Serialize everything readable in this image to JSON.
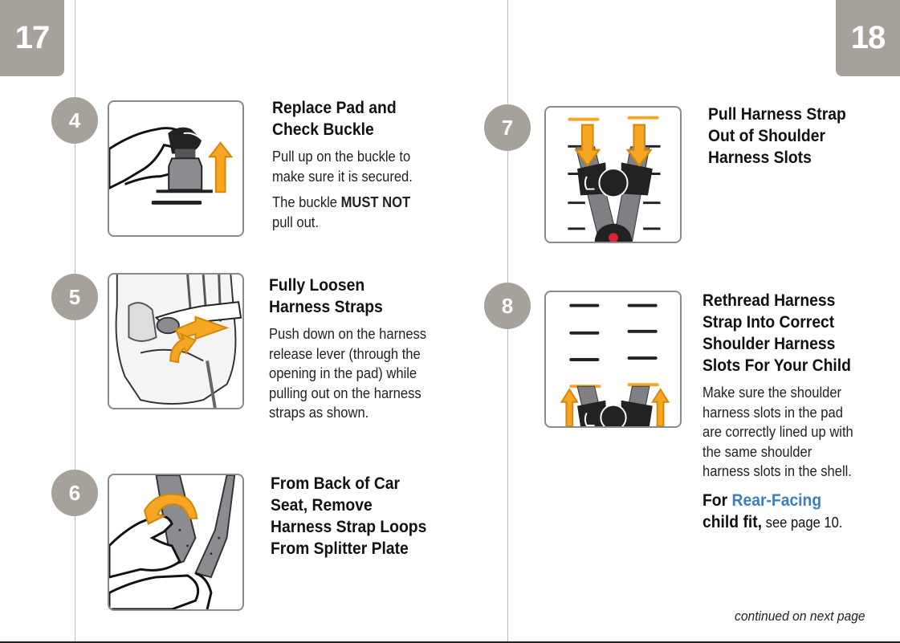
{
  "pages": {
    "left_number": "17",
    "right_number": "18"
  },
  "steps": [
    {
      "number": "4",
      "heading": "Replace Pad and Check Buckle",
      "paragraphs": [
        "Pull up on the buckle to make sure it is secured."
      ],
      "warning_prefix": "The buckle ",
      "warning_bold": "MUST NOT",
      "warning_suffix": " pull out."
    },
    {
      "number": "5",
      "heading": "Fully Loosen Harness Straps",
      "paragraphs": [
        "Push down on the harness release lever (through the opening in the pad) while pulling out on the harness straps as shown."
      ]
    },
    {
      "number": "6",
      "heading": "From Back of Car Seat, Remove Harness Strap Loops From Splitter Plate"
    },
    {
      "number": "7",
      "heading": "Pull Harness Strap Out of Shoulder Harness Slots"
    },
    {
      "number": "8",
      "heading": "Rethread Harness Strap Into Correct Shoulder Harness Slots For Your Child",
      "paragraphs": [
        "Make sure the shoulder harness slots in the pad are correctly lined up with the same shoulder harness slots in the shell."
      ],
      "link_prefix": "For ",
      "link_text": "Rear-Facing",
      "link_suffix_bold": " child fit,",
      "link_suffix": " see page 10."
    }
  ],
  "footer": {
    "continued": "continued on next page"
  },
  "colors": {
    "tab_gray": "#a7a19c",
    "arrow_orange": "#f5a623",
    "link_blue": "#3a7fc1",
    "strap_gray": "#7e8083"
  }
}
